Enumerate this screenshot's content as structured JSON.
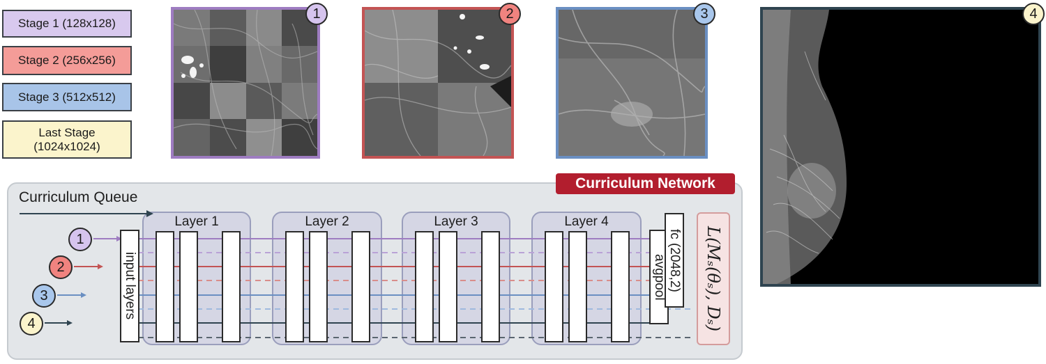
{
  "legend": {
    "stage1": "Stage 1 (128x128)",
    "stage2": "Stage 2 (256x256)",
    "stage3": "Stage 3 (512x512)",
    "last": "Last Stage\n(1024x1024)"
  },
  "badges": {
    "one": "1",
    "two": "2",
    "three": "3",
    "four": "4"
  },
  "network": {
    "title": "Curriculum Network",
    "queue_label": "Curriculum Queue",
    "input_layers": "input layers",
    "layers": [
      "Layer 1",
      "Layer 2",
      "Layer 3",
      "Layer 4"
    ],
    "avgpool": "avgpool",
    "fc": "fc (2048,2)",
    "loss": "L(Mₛ(θₛ), Dₛ)"
  },
  "colors": {
    "stage1": "#9e7cc1",
    "stage2": "#c35454",
    "stage3": "#6a8fc2",
    "last": "#2f4450",
    "network_label": "#b21e2e"
  }
}
